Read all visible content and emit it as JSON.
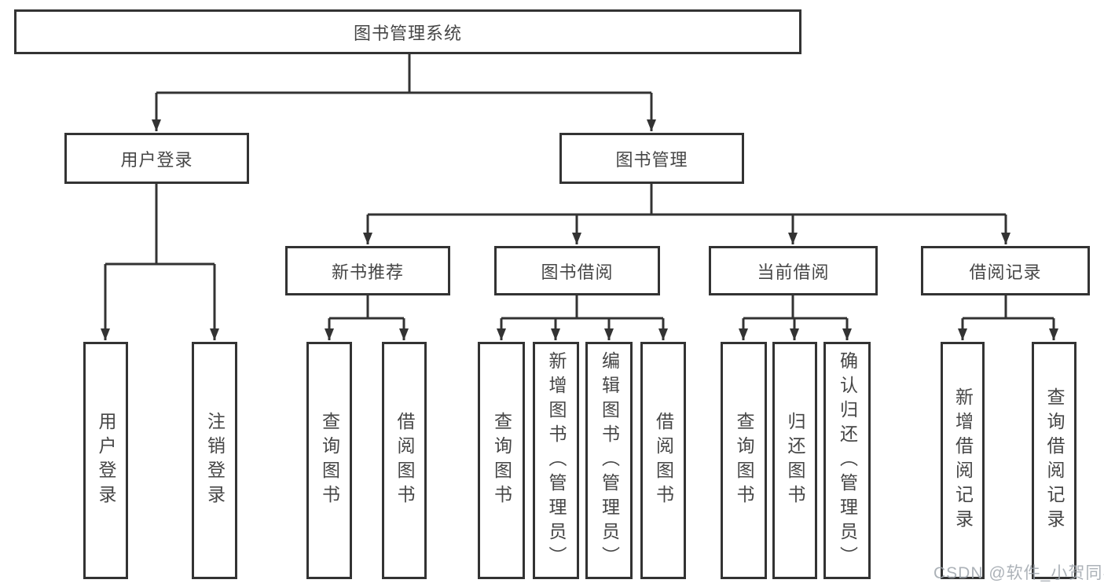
{
  "colors": {
    "line": "#333333",
    "box_border": "#333333",
    "text": "#464646",
    "watermark": "#9ea4ac",
    "background": "#ffffff"
  },
  "watermark": {
    "text": "CSDN @软件_小贺同学"
  },
  "tree": {
    "root": {
      "label": "图书管理系统",
      "children": [
        {
          "label": "用户登录",
          "children": [
            {
              "label": "用户登录"
            },
            {
              "label": "注销登录"
            }
          ]
        },
        {
          "label": "图书管理",
          "children": [
            {
              "label": "新书推荐",
              "children": [
                {
                  "label": "查询图书"
                },
                {
                  "label": "借阅图书"
                }
              ]
            },
            {
              "label": "图书借阅",
              "children": [
                {
                  "label": "查询图书"
                },
                {
                  "label": "新增图书（管理员）"
                },
                {
                  "label": "编辑图书（管理员）"
                },
                {
                  "label": "借阅图书"
                }
              ]
            },
            {
              "label": "当前借阅",
              "children": [
                {
                  "label": "查询图书"
                },
                {
                  "label": "归还图书"
                },
                {
                  "label": "确认归还（管理员）"
                }
              ]
            },
            {
              "label": "借阅记录",
              "children": [
                {
                  "label": "新增借阅记录"
                },
                {
                  "label": "查询借阅记录"
                }
              ]
            }
          ]
        }
      ]
    }
  }
}
